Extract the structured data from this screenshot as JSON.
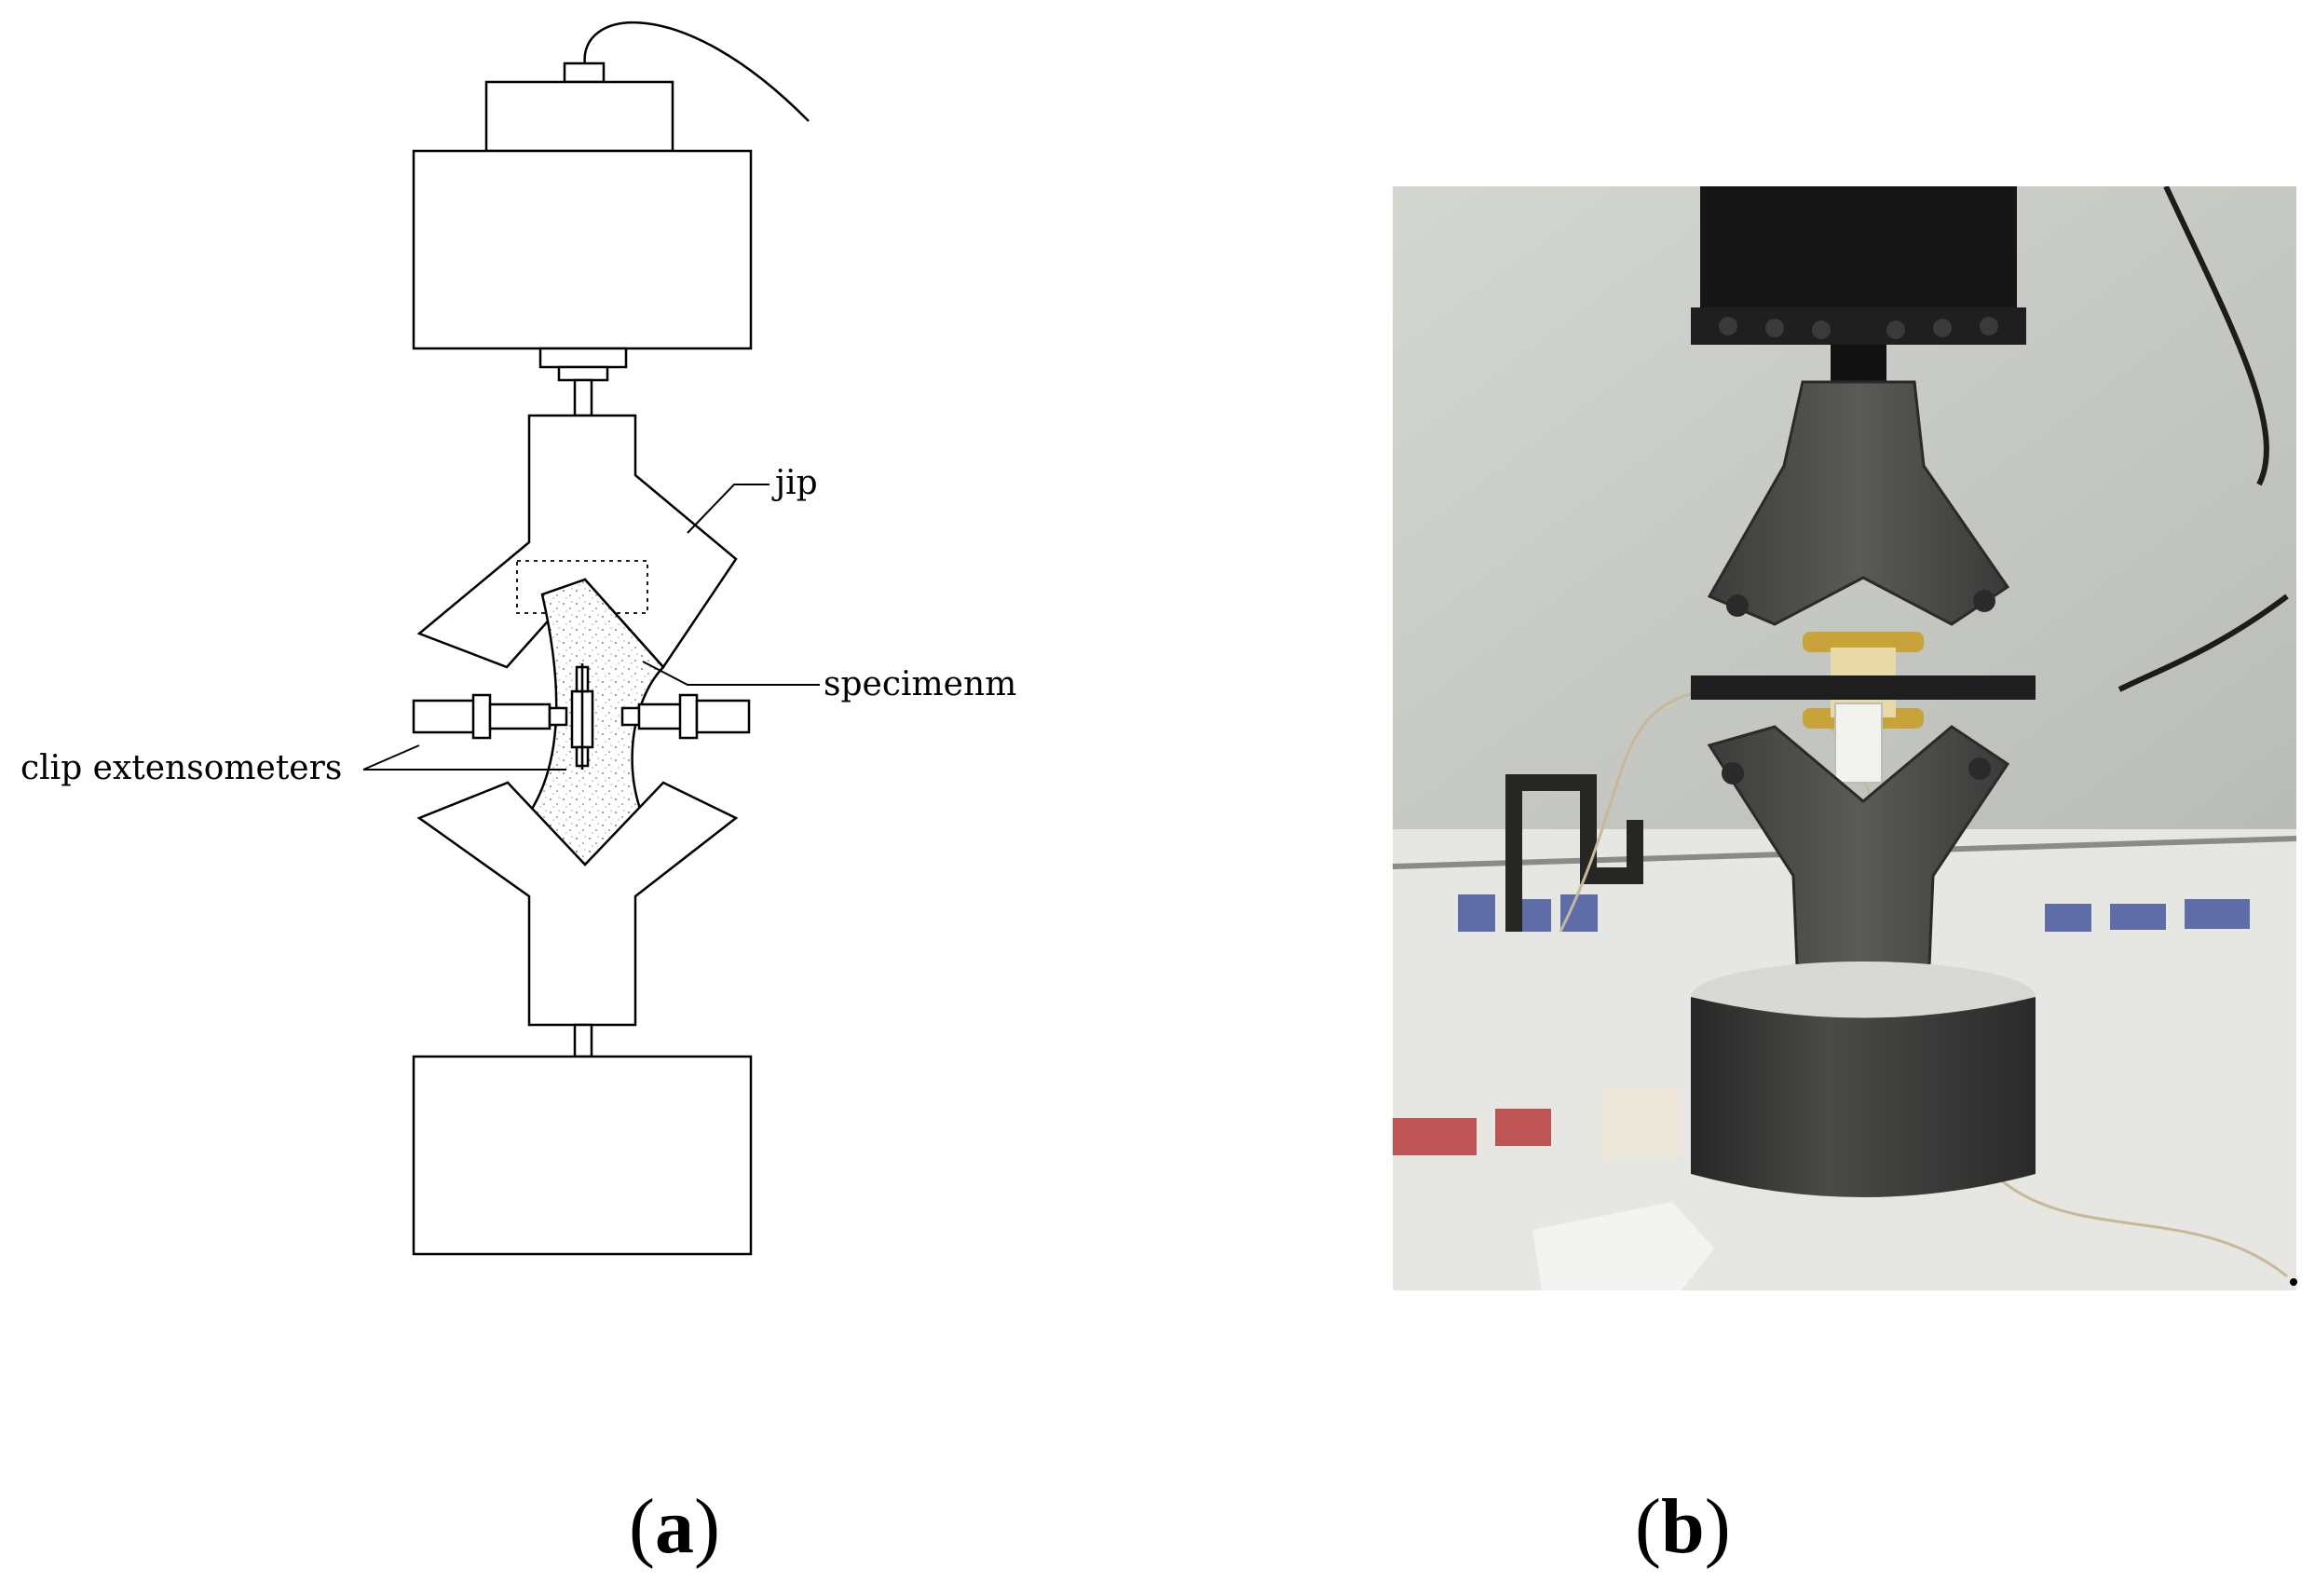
{
  "figure": {
    "panel_a": {
      "label_letter": "a",
      "annotations": {
        "jip": "jip",
        "specimen": "specimenm",
        "clip_extensometers": "clip extensometers"
      }
    },
    "panel_b": {
      "label_letter": "b"
    }
  },
  "colors": {
    "line": "#000000",
    "photo_wall": "#c9cbc6",
    "actuator": "#1a1a1a",
    "fixture_steel": "#4a4a48",
    "gold_ring": "#c8a33a",
    "floor": "#e8e8e6"
  }
}
